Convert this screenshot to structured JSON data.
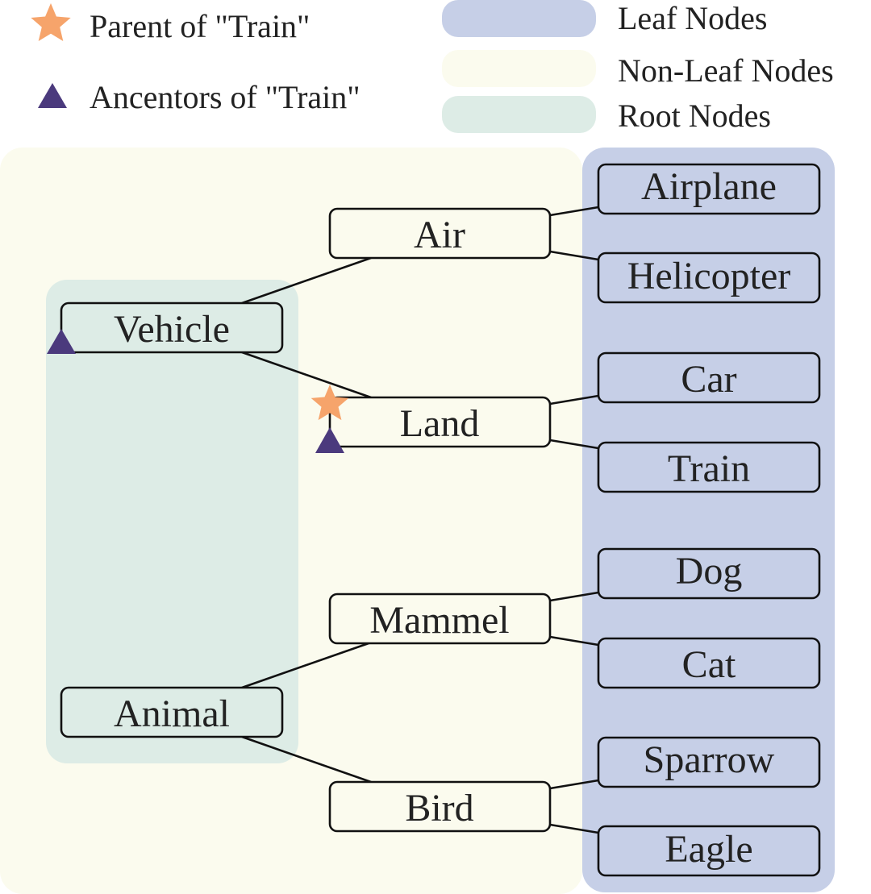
{
  "legend": {
    "parent_marker": {
      "label": "Parent of \"Train\"",
      "icon": "star-icon",
      "color": "#F6A46B"
    },
    "ancestor_marker": {
      "label": "Ancentors of \"Train\"",
      "icon": "triangle-icon",
      "color": "#4B3A7D"
    },
    "leaf_nodes": {
      "label": "Leaf Nodes",
      "color": "#C6CFE7"
    },
    "non_leaf_nodes": {
      "label": "Non-Leaf Nodes",
      "color": "#FBFBEE"
    },
    "root_nodes": {
      "label": "Root Nodes",
      "color": "#DDECE6"
    }
  },
  "nodes": {
    "vehicle": "Vehicle",
    "animal": "Animal",
    "air": "Air",
    "land": "Land",
    "mammel": "Mammel",
    "bird": "Bird",
    "airplane": "Airplane",
    "helicopter": "Helicopter",
    "car": "Car",
    "train": "Train",
    "dog": "Dog",
    "cat": "Cat",
    "sparrow": "Sparrow",
    "eagle": "Eagle"
  },
  "edges": [
    [
      "vehicle",
      "air"
    ],
    [
      "vehicle",
      "land"
    ],
    [
      "animal",
      "mammel"
    ],
    [
      "animal",
      "bird"
    ],
    [
      "air",
      "airplane"
    ],
    [
      "air",
      "helicopter"
    ],
    [
      "land",
      "car"
    ],
    [
      "land",
      "train"
    ],
    [
      "mammel",
      "dog"
    ],
    [
      "mammel",
      "cat"
    ],
    [
      "bird",
      "sparrow"
    ],
    [
      "bird",
      "eagle"
    ]
  ]
}
